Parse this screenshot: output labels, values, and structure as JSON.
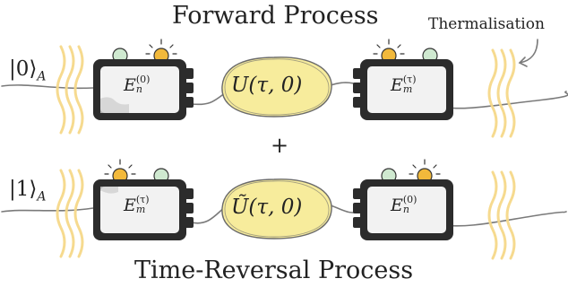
{
  "titles": {
    "forward": "Forward Process",
    "reverse": "Time-Reversal Process",
    "plus": "+"
  },
  "annotation": {
    "thermalisation": "Thermalisation"
  },
  "states": {
    "top": {
      "ket": "|0⟩",
      "sub": "A"
    },
    "bottom": {
      "ket": "|1⟩",
      "sub": "A"
    }
  },
  "meters": {
    "top_left": {
      "base": "E",
      "sub": "n",
      "sup": "(0)"
    },
    "top_right": {
      "base": "E",
      "sub": "m",
      "sup": "(τ)"
    },
    "bottom_left": {
      "base": "E",
      "sub": "m",
      "sup": "(τ)"
    },
    "bottom_right": {
      "base": "E",
      "sub": "n",
      "sup": "(0)"
    }
  },
  "unitaries": {
    "top": "U(τ, 0)",
    "bottom": "Ũ(τ, 0)"
  },
  "colors": {
    "heat": "#f6d98a",
    "blob_fill": "#f7ec9c",
    "blob_stroke": "#6b6b6b",
    "meter_body": "#2c2c2c",
    "meter_screen": "#f2f2f2",
    "led_green": "#cfe9d0",
    "led_orange": "#f2b93b",
    "wire": "#7a7a7a"
  },
  "icons": [
    "heat-wave-icon",
    "meter-icon",
    "led-icon",
    "curved-arrow-icon"
  ]
}
